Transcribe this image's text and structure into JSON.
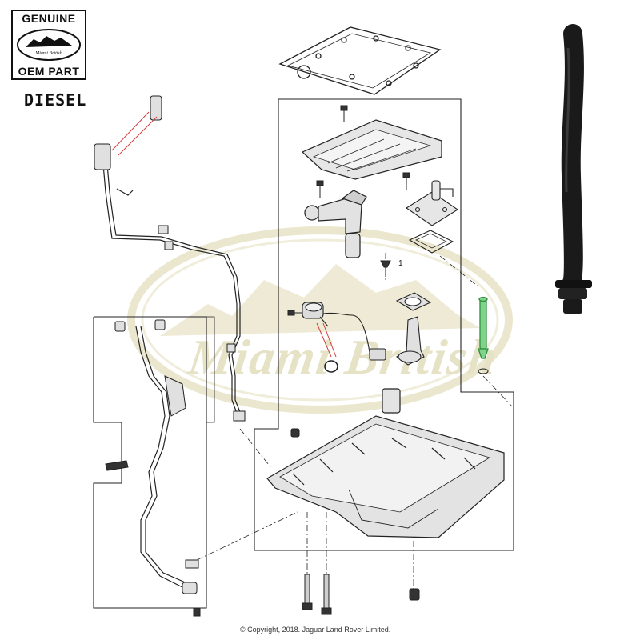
{
  "logo": {
    "top_text": "GENUINE",
    "bottom_text": "OEM PART",
    "oval_text": "Miami British"
  },
  "engine_label": "DIESEL",
  "watermark": {
    "text": "Miami British",
    "color": "#e6e2c6"
  },
  "copyright": "© Copyright, 2018. Jaguar Land Rover Limited.",
  "callouts": [
    "1"
  ],
  "colors": {
    "line": "#222222",
    "part_fill": "#dcdcdc",
    "highlight": "#3aa64a",
    "leader": "#d23c3c",
    "hose": "#1a1a1a"
  }
}
